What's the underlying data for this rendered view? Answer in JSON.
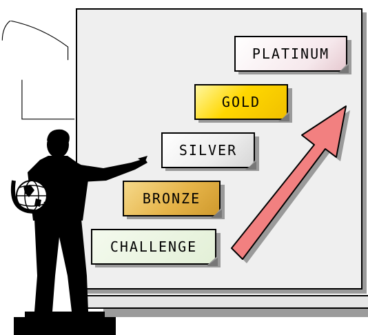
{
  "levels": [
    {
      "label": "PLATINUM",
      "color": "#f4e6ea"
    },
    {
      "label": "GOLD",
      "color": "#ffd700"
    },
    {
      "label": "SILVER",
      "color": "#ececec"
    },
    {
      "label": "BRONZE",
      "color": "#e8b84a"
    },
    {
      "label": "CHALLENGE",
      "color": "#e6f2dc"
    }
  ],
  "arrow": {
    "color": "#f28080"
  },
  "icons": {
    "figure": "businessman-pointing-icon",
    "globe": "globe-icon"
  }
}
